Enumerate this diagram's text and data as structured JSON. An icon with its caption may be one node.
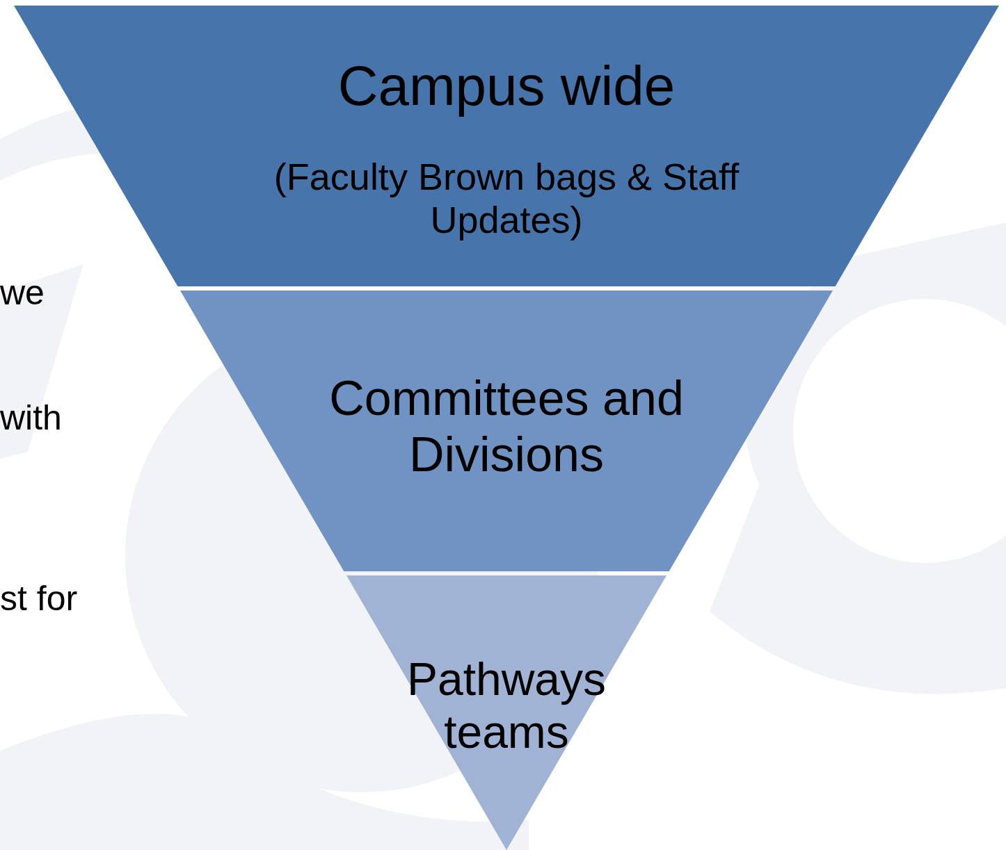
{
  "diagram": {
    "nodes": [
      {
        "text": [
          "Campus wide",
          "(Faculty Brown bags & Staff Updates)"
        ]
      },
      {
        "text": [
          "Committees and Divisions"
        ]
      },
      {
        "text": [
          "Pathways teams"
        ]
      }
    ],
    "labels": [
      "we",
      "with",
      "st for"
    ]
  }
}
